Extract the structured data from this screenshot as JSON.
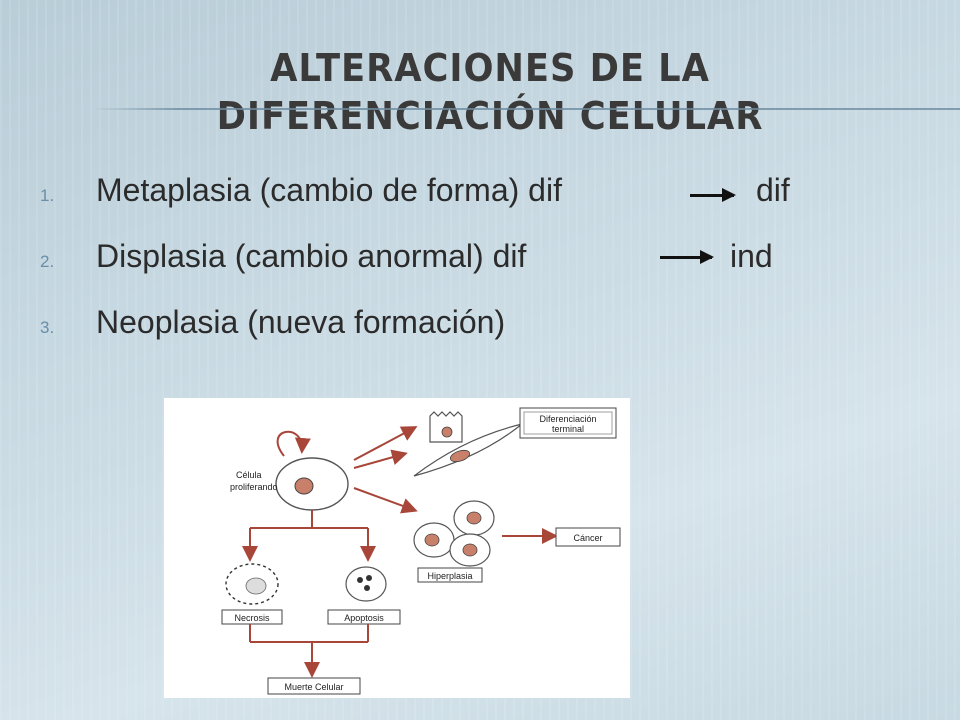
{
  "slide": {
    "title": "ALTERACIONES DE LA DIFERENCIACIÓN CELULAR",
    "items": [
      {
        "number": "1.",
        "text": "Metaplasia (cambio de forma) dif",
        "after": "dif"
      },
      {
        "number": "2.",
        "text": "Displasia (cambio anormal) dif",
        "after": "ind"
      },
      {
        "number": "3.",
        "text": "Neoplasia (nueva formación)",
        "after": ""
      }
    ]
  },
  "diagram": {
    "cell_label": "Célula proliferando",
    "diferenciacion_label": "Diferenciación terminal",
    "cancer_label": "Cáncer",
    "hiperplasia_label": "Hiperplasia",
    "necrosis_label": "Necrosis",
    "apoptosis_label": "Apoptosis",
    "muerte_label": "Muerte Celular",
    "arrow_color": "#a8463a",
    "nucleus_color": "#c9806a"
  }
}
